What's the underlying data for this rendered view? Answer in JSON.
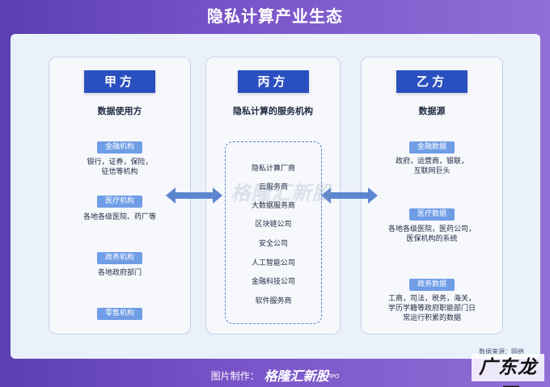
{
  "title": "隐私计算产业生态",
  "columns": {
    "left": {
      "heading": "甲方",
      "subtitle": "数据使用方",
      "groups": [
        {
          "tag": "金融机构",
          "desc": [
            "银行，证券，保险，",
            "征信等机构"
          ]
        },
        {
          "tag": "医疗机构",
          "desc": [
            "各地各级医院、药厂等"
          ]
        },
        {
          "tag": "政务机构",
          "desc": [
            "各地政府部门"
          ]
        },
        {
          "tag": "零售机构",
          "desc": []
        }
      ]
    },
    "middle": {
      "heading": "丙方",
      "subtitle": "隐私计算的服务机构",
      "services": [
        "隐私计算厂商",
        "云服务商",
        "大数据服务商",
        "区块链公司",
        "安全公司",
        "人工智能公司",
        "金融科技公司",
        "软件服务商"
      ]
    },
    "right": {
      "heading": "乙方",
      "subtitle": "数据源",
      "groups": [
        {
          "tag": "金融数据",
          "desc": [
            "政府，运营商，银联，",
            "互联网巨头"
          ]
        },
        {
          "tag": "医疗数据",
          "desc": [
            "各地各级医院，医药公司，",
            "医保机构的系统"
          ]
        },
        {
          "tag": "政务数据",
          "desc": [
            "工商，司法，税务，海关，",
            "学历学籍等政府职能部门日",
            "常运行积累的数据"
          ]
        }
      ]
    }
  },
  "watermark": "格隆汇新股",
  "source": "数据来源：网络",
  "footer": {
    "label": "图片制作：",
    "brand": "格隆汇新股",
    "suffix": "IPO"
  },
  "corner_mark": "广东龙网",
  "colors": {
    "accent": "#2a4fbf",
    "tag": "#6f9de6",
    "arrow": "#5b86cf"
  }
}
